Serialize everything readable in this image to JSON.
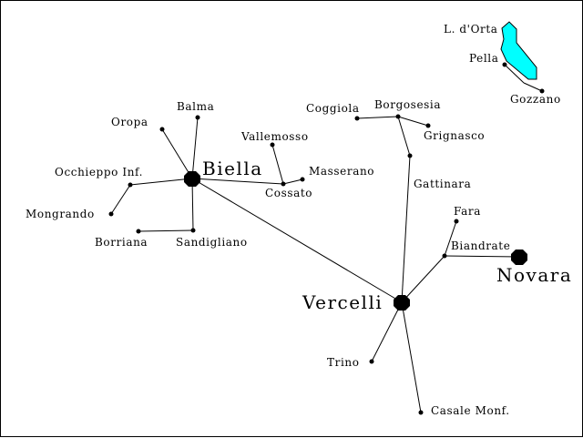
{
  "map": {
    "colors": {
      "lake_fill": "#00ffff",
      "lines": "#000000",
      "background": "#ffffff"
    },
    "lake": {
      "label": "L. d'Orta"
    },
    "places": {
      "biella": "Biella",
      "vercelli": "Vercelli",
      "novara": "Novara",
      "oropa": "Oropa",
      "balma": "Balma",
      "occhieppo": "Occhieppo Inf.",
      "mongrando": "Mongrando",
      "borriana": "Borriana",
      "sandigliano": "Sandigliano",
      "vallemosso": "Vallemosso",
      "masserano": "Masserano",
      "cossato": "Cossato",
      "coggiola": "Coggiola",
      "borgosesia": "Borgosesia",
      "grignasco": "Grignasco",
      "gattinara": "Gattinara",
      "fara": "Fara",
      "biandrate": "Biandrate",
      "trino": "Trino",
      "casale": "Casale Monf.",
      "pella": "Pella",
      "gozzano": "Gozzano"
    }
  }
}
